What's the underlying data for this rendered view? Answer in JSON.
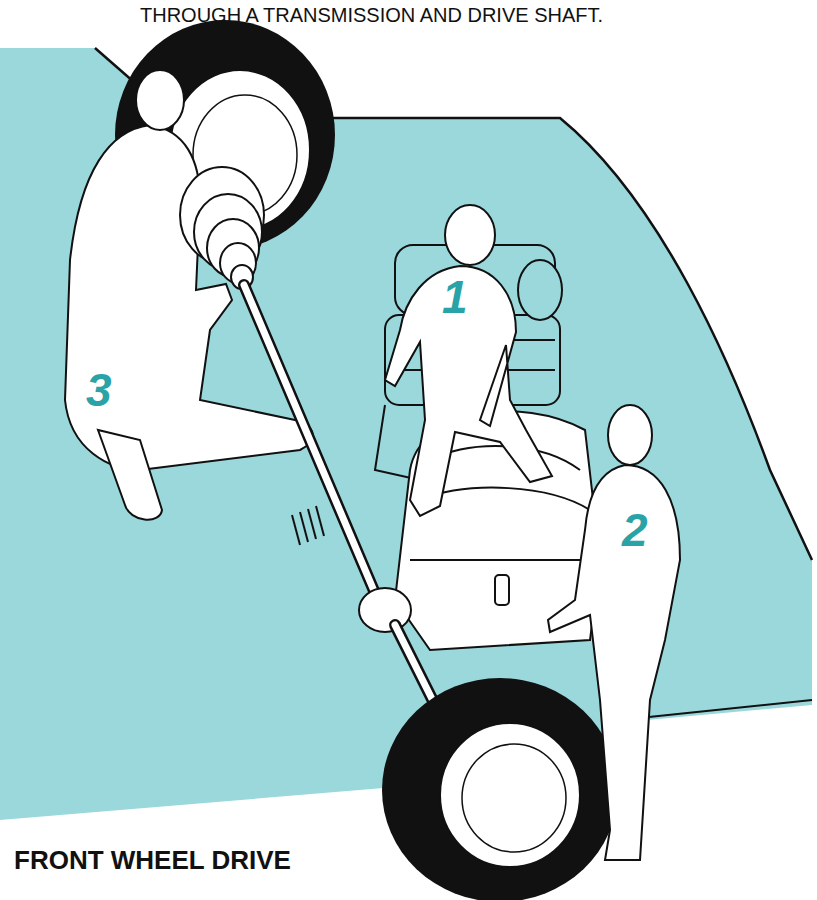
{
  "diagram": {
    "title": "FRONT WHEEL DRIVE",
    "labels": [
      "THROUGH A TRANSMISSION AND DRIVE SHAFT.",
      "1",
      "2",
      "3"
    ]
  }
}
